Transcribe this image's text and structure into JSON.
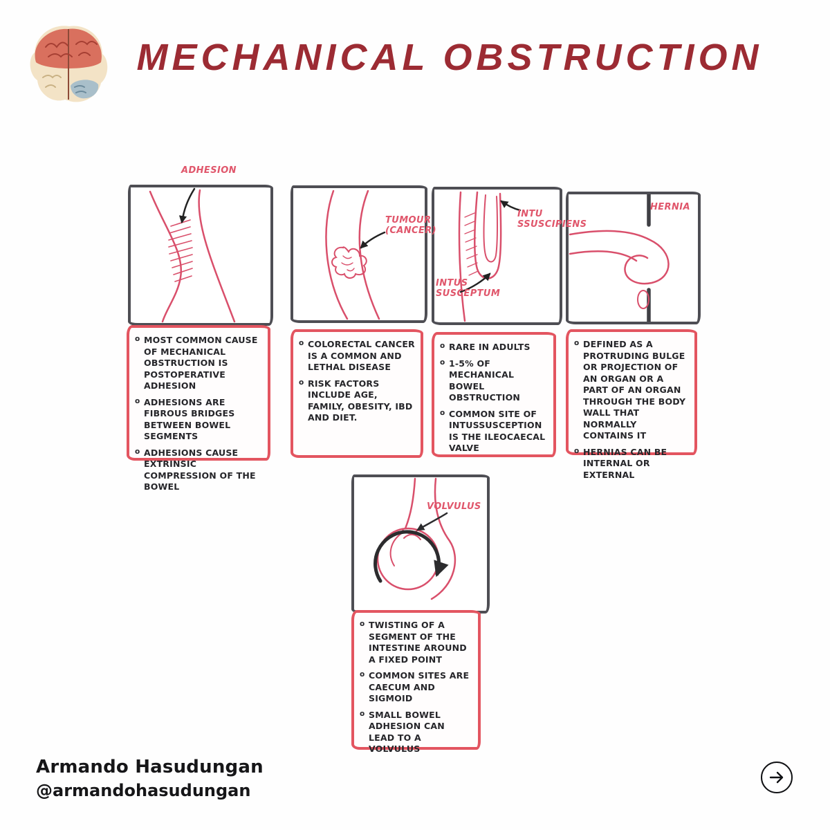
{
  "header": {
    "title": "MECHANICAL OBSTRUCTION"
  },
  "panels": {
    "adhesion": {
      "label": "ADHESION",
      "notes": [
        "MOST COMMON CAUSE OF MECHANICAL OBSTRUCTION IS POSTOPERATIVE ADHESION",
        "ADHESIONS ARE FIBROUS BRIDGES BETWEEN BOWEL SEGMENTS",
        "ADHESIONS CAUSE EXTRINSIC COMPRESSION OF THE BOWEL"
      ]
    },
    "tumour": {
      "label": "TUMOUR (CANCER)",
      "notes": [
        "COLORECTAL CANCER IS A COMMON AND LETHAL DISEASE",
        "RISK FACTORS INCLUDE AGE, FAMILY, OBESITY, IBD AND DIET."
      ]
    },
    "intussusception": {
      "label_top": "INTU SSUSCIPIENS",
      "label_bottom": "INTUS SUSCEPTUM",
      "notes": [
        "RARE IN ADULTS",
        "1-5% OF MECHANICAL BOWEL OBSTRUCTION",
        "COMMON SITE OF INTUSSUSCEPTION IS THE ILEOCAECAL VALVE"
      ]
    },
    "hernia": {
      "label": "HERNIA",
      "notes": [
        "DEFINED AS A PROTRUDING BULGE OR PROJECTION OF AN ORGAN OR A PART OF AN ORGAN THROUGH THE BODY WALL THAT NORMALLY CONTAINS IT",
        "HERNIAS CAN BE INTERNAL OR EXTERNAL"
      ]
    },
    "volvulus": {
      "label": "VOLVULUS",
      "notes": [
        "TWISTING OF A SEGMENT OF THE INTESTINE AROUND A FIXED POINT",
        "COMMON SITES ARE CAECUM AND SIGMOID",
        "SMALL BOWEL ADHESION CAN LEAD TO A VOLVULUS"
      ]
    }
  },
  "footer": {
    "author": "Armando Hasudungan",
    "handle": "@armandohasudungan"
  },
  "colors": {
    "title": "#9c2b33",
    "sketch_border": "#4e4e54",
    "note_border": "#e35560",
    "drawing_stroke": "#d94f6b",
    "label_pink": "#e0566b"
  }
}
